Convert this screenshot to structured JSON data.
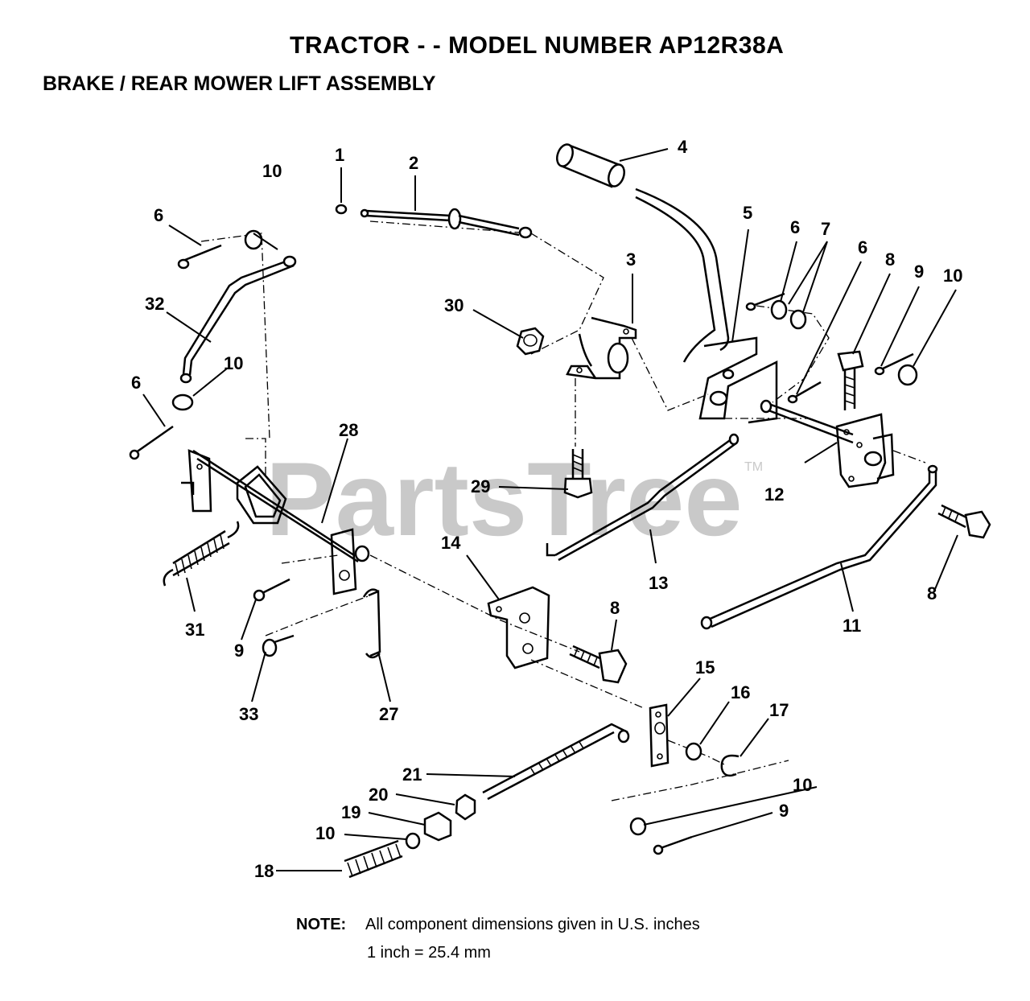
{
  "header": {
    "title": "TRACTOR - - MODEL NUMBER AP12R38A",
    "subtitle": "BRAKE / REAR MOWER LIFT ASSEMBLY"
  },
  "watermark": {
    "text": "PartsTree",
    "tm": "TM"
  },
  "callouts": [
    "1",
    "2",
    "3",
    "4",
    "5",
    "6",
    "6",
    "6",
    "6",
    "7",
    "8",
    "8",
    "8",
    "9",
    "9",
    "9",
    "10",
    "10",
    "10",
    "10",
    "10",
    "11",
    "12",
    "13",
    "14",
    "15",
    "16",
    "17",
    "18",
    "19",
    "20",
    "21",
    "27",
    "28",
    "29",
    "30",
    "31",
    "32",
    "33"
  ],
  "note": {
    "label": "NOTE:",
    "line1": "All component dimensions given in U.S. inches",
    "line2": "1 inch = 25.4 mm"
  }
}
